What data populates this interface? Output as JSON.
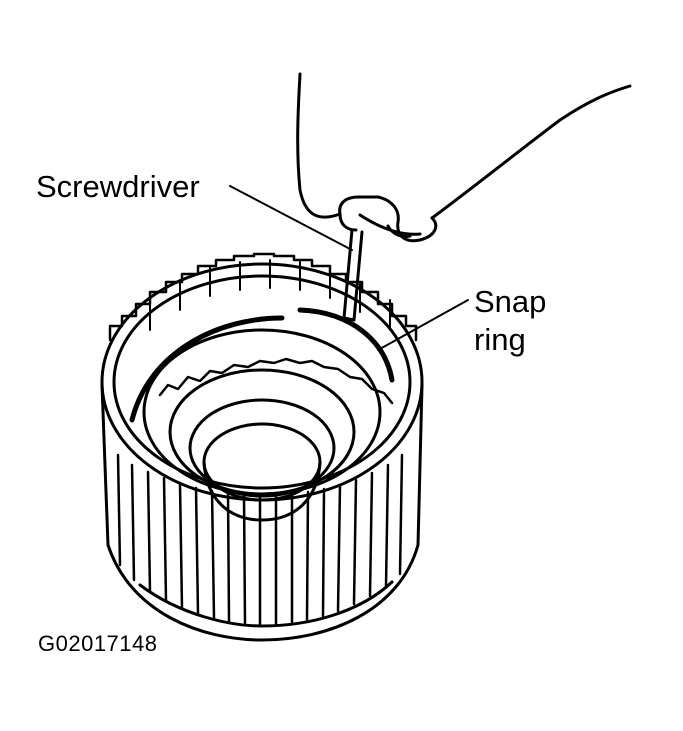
{
  "labels": {
    "screwdriver": "Screwdriver",
    "snap_ring_line1": "Snap",
    "snap_ring_line2": "ring",
    "figure_code": "G02017148"
  },
  "colors": {
    "ink": "#000000",
    "paper": "#ffffff"
  }
}
